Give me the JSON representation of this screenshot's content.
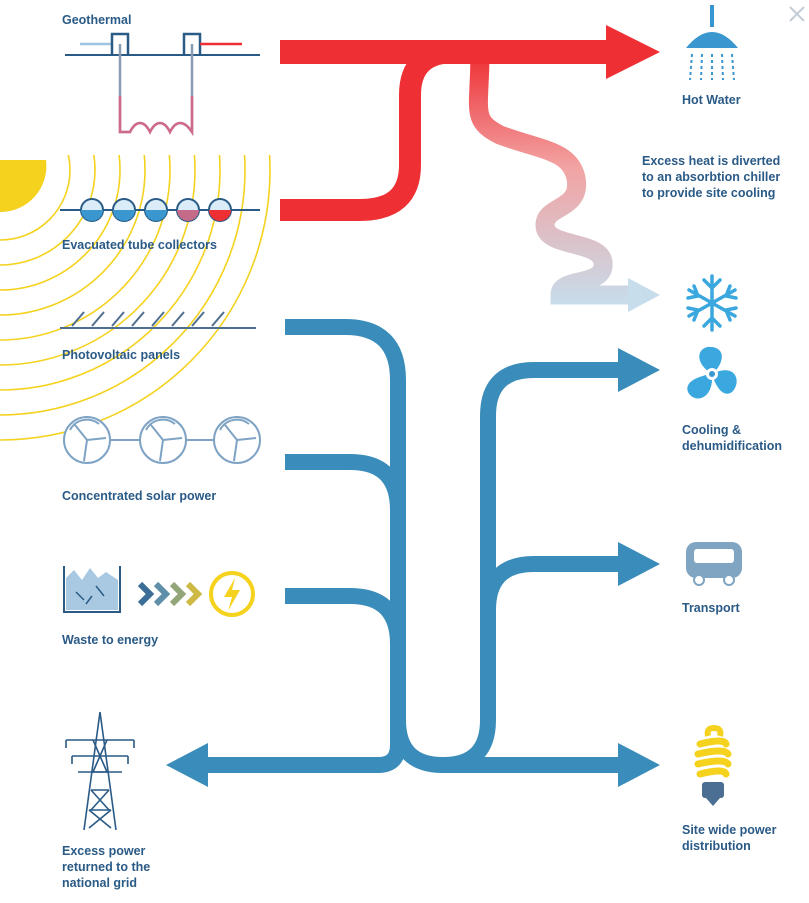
{
  "colors": {
    "heat": "#ee3035",
    "power": "#3a8dba",
    "label": "#2a5a86",
    "sun": "#f4d21d",
    "icon_blue": "#3a96cf",
    "outline": "#7ea3c4"
  },
  "sources": {
    "geothermal": "Geothermal",
    "evacuated": "Evacuated tube collectors",
    "photovoltaic": "Photovoltaic panels",
    "csp": "Concentrated solar power",
    "waste": "Waste to energy",
    "grid": "Excess power\nreturned to the\nnational grid"
  },
  "outputs": {
    "hot_water": "Hot Water",
    "excess_heat": "Excess heat is diverted\nto an absorbtion chiller\nto provide site cooling",
    "cooling": "Cooling &\ndehumidification",
    "transport": "Transport",
    "site_power": "Site wide power\ndistribution"
  },
  "icons": {
    "close": "close-icon",
    "shower": "shower-icon",
    "snowflake": "snowflake-icon",
    "fan": "fan-icon",
    "bus": "bus-icon",
    "bulb": "light-bulb-icon",
    "pylon": "pylon-icon",
    "sun": "sun-icon",
    "lightning": "lightning-icon"
  }
}
